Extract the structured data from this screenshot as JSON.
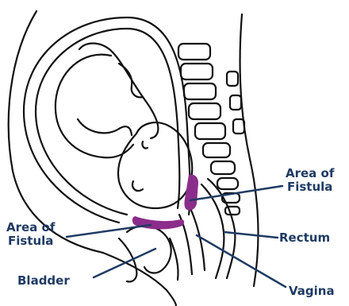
{
  "labels": {
    "fistula_right_line1": "Area of",
    "fistula_right_line2": "Fistula",
    "fistula_left_line1": "Area of",
    "fistula_left_line2": "Fistula",
    "rectum": "Rectum",
    "bladder": "Bladder",
    "vagina": "Vagina"
  },
  "colors": {
    "line_art": "#111111",
    "label_text": "#1f3b63",
    "leader_line": "#1f3b63",
    "fistula_highlight": "#8b2d8b"
  }
}
